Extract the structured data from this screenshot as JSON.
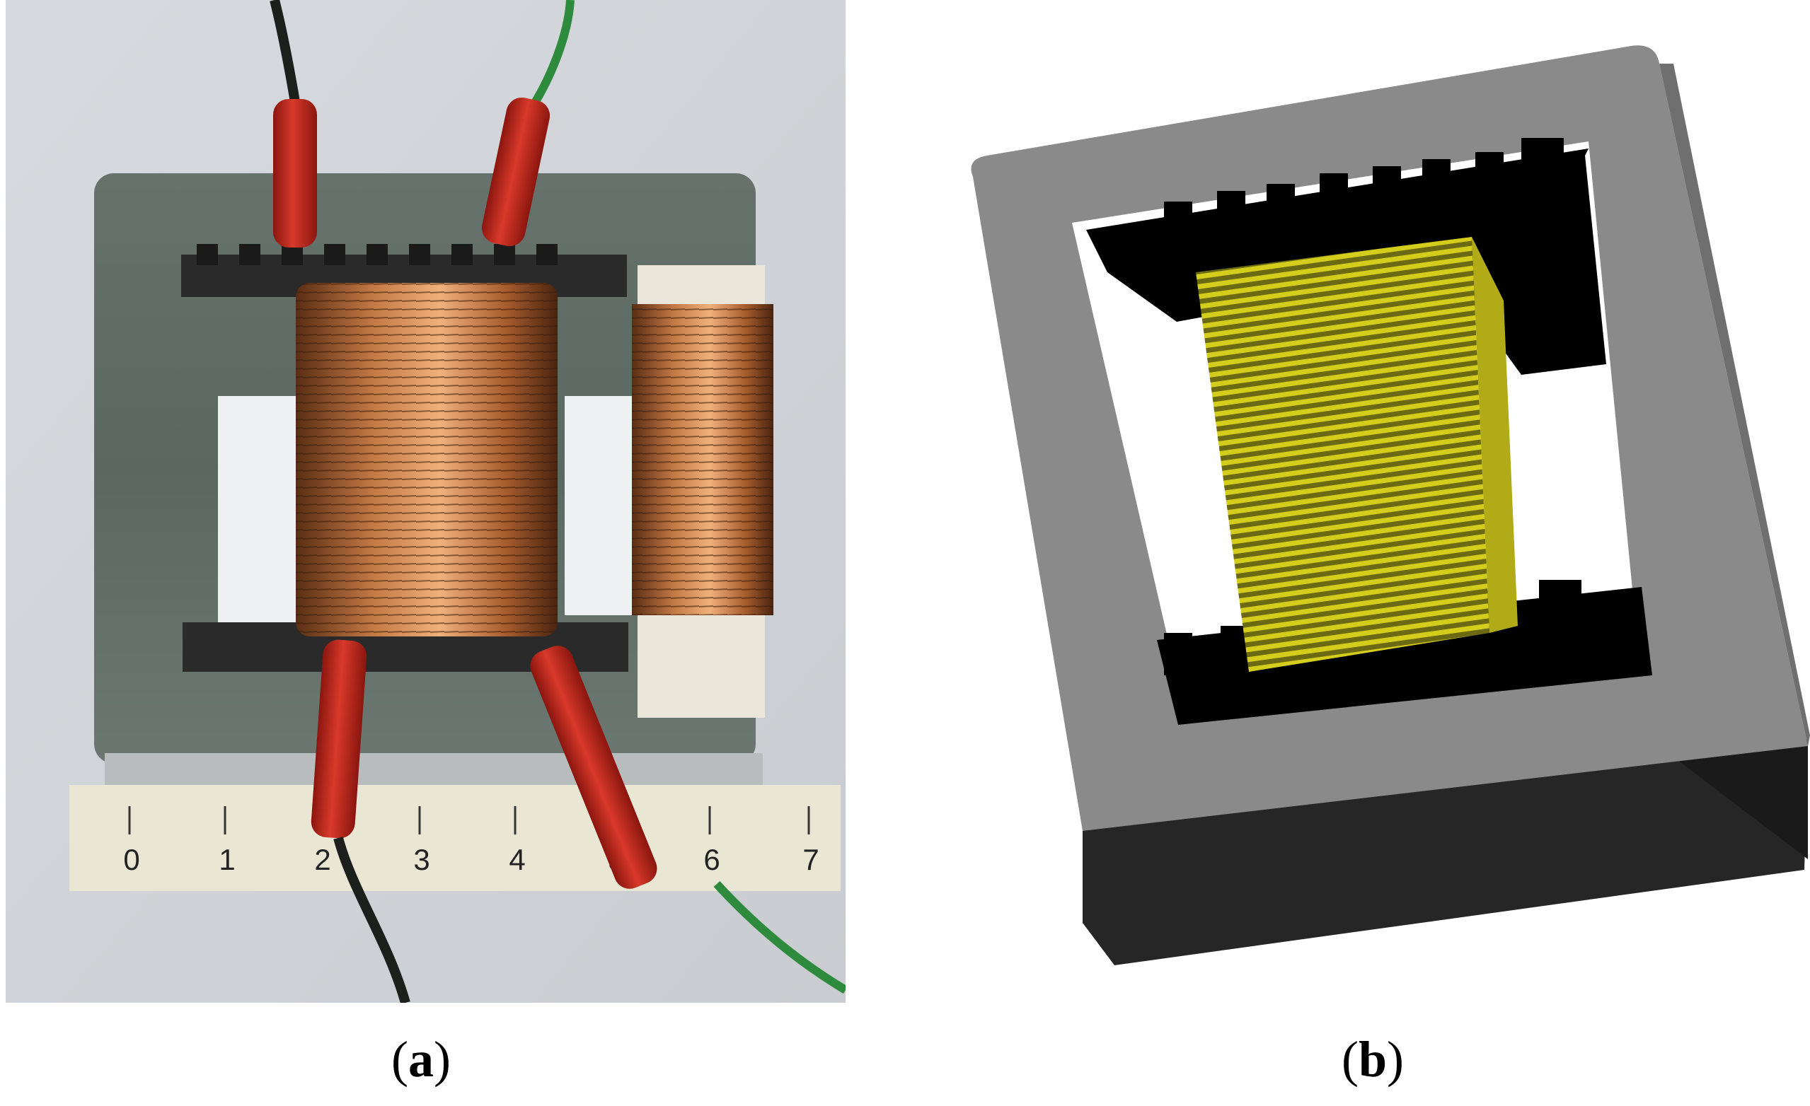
{
  "panels": [
    {
      "id": "a",
      "caption_open": "(",
      "caption_letter": "a",
      "caption_close": ")"
    },
    {
      "id": "b",
      "caption_open": "(",
      "caption_letter": "b",
      "caption_close": ")"
    }
  ],
  "ruler_labels": [
    "0",
    "1",
    "2",
    "3",
    "4",
    "5",
    "6",
    "7"
  ],
  "colors": {
    "core_photo": "#5e6b64",
    "copper": "#b5703f",
    "sleeve_red": "#c0261c",
    "core_render": "#8a8a8a",
    "winding_render": "#c8c21a",
    "bobbin_render": "#000000"
  }
}
